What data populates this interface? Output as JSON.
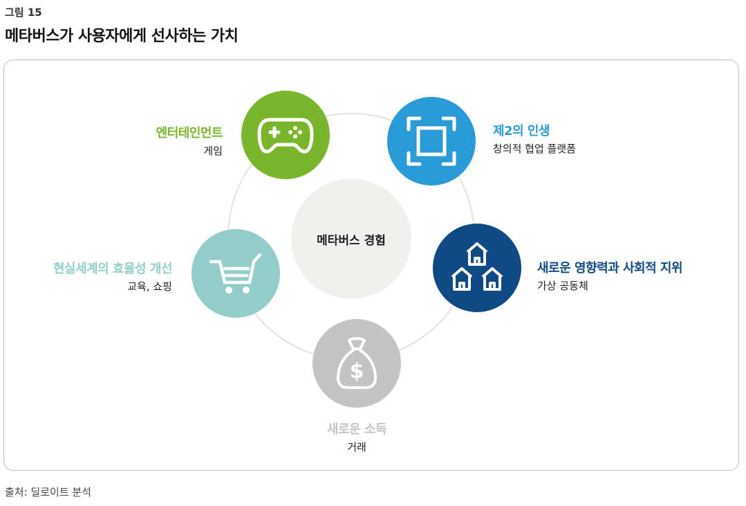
{
  "figure": {
    "label": "그림 15",
    "title": "메타버스가 사용자에게 선사하는 가치"
  },
  "center": {
    "label": "메타버스 경험"
  },
  "values": {
    "entertainment": {
      "title": "엔터테인먼트",
      "sub": "게임",
      "color": "#7ab52b",
      "icon": "gamepad-icon"
    },
    "second_life": {
      "title": "제2의 인생",
      "sub": "창의적 협업 플랫폼",
      "color": "#2a9bd6",
      "icon": "frame-icon"
    },
    "community": {
      "title": "새로운 영향력과 사회적 지위",
      "sub": "가상 공동체",
      "color": "#104a84",
      "icon": "houses-icon"
    },
    "income": {
      "title": "새로운 소득",
      "sub": "거래",
      "color": "#c3c3c3",
      "icon": "money-bag-icon"
    },
    "efficiency": {
      "title": "현실세계의 효율성 개선",
      "sub": "교육, 쇼핑",
      "color": "#93cdc9",
      "icon": "shopping-cart-icon"
    }
  },
  "source": "출처: 딜로이트 분석"
}
